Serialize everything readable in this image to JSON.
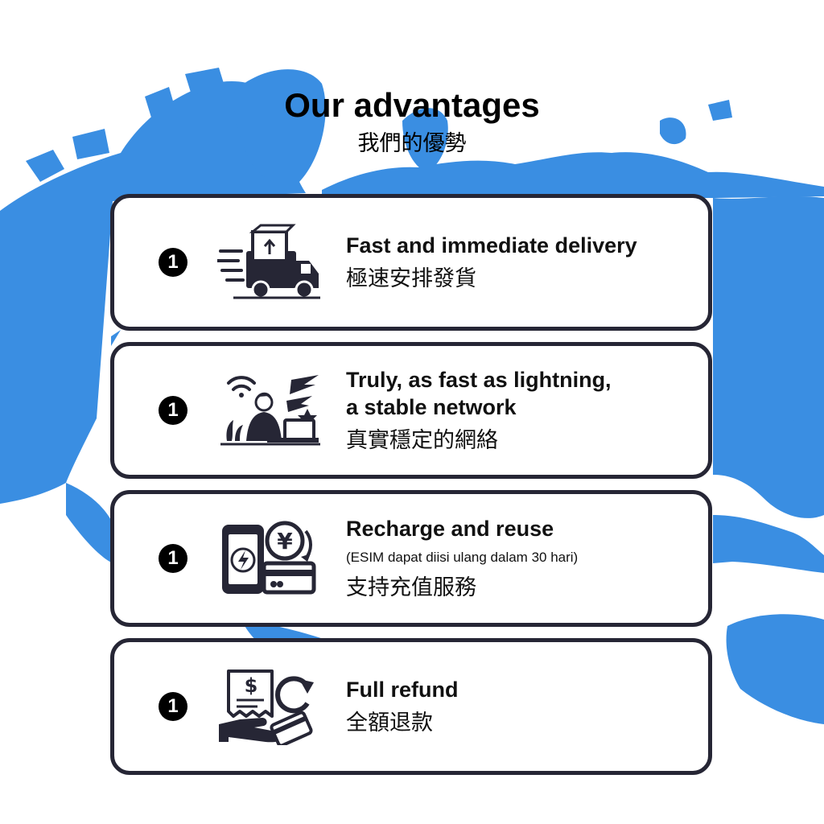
{
  "heading": {
    "title": "Our advantages",
    "subtitle": "我們的優勢"
  },
  "colors": {
    "map_blue": "#3a8ee2",
    "card_border": "#262635",
    "icon_dark": "#262635"
  },
  "advantages": [
    {
      "number": "1",
      "icon": "delivery-truck-icon",
      "title": "Fast and immediate delivery",
      "note": "",
      "subtitle_zh": "極速安排發貨"
    },
    {
      "number": "1",
      "icon": "person-laptop-wifi-icon",
      "title": "Truly, as fast as lightning,\n a stable network",
      "note": "",
      "subtitle_zh": "真實穩定的網絡"
    },
    {
      "number": "1",
      "icon": "phone-recharge-yen-icon",
      "title": "Recharge and reuse",
      "note": "(ESIM dapat diisi ulang dalam 30 hari)",
      "subtitle_zh": "支持充值服務"
    },
    {
      "number": "1",
      "icon": "refund-receipt-hand-icon",
      "title": "Full refund",
      "note": "",
      "subtitle_zh": "全額退款"
    }
  ]
}
